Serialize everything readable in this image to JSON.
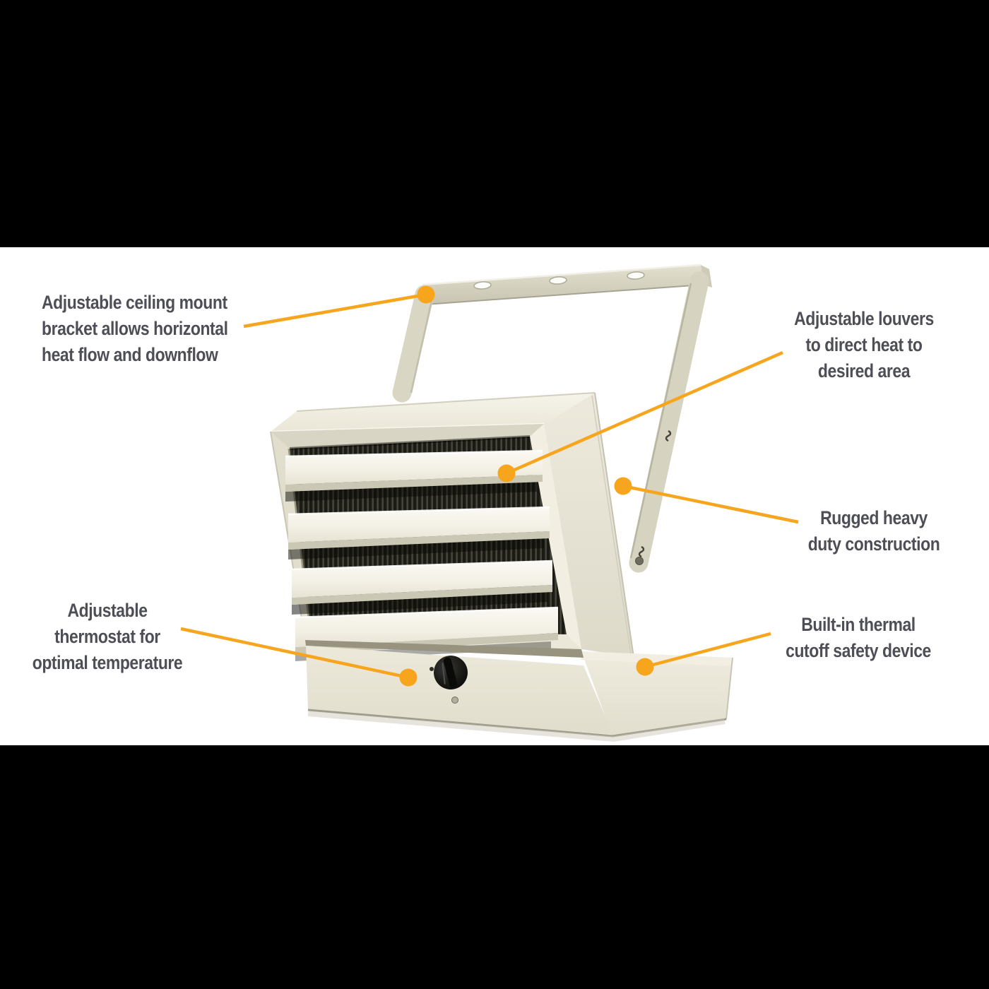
{
  "scene": {
    "type": "product-feature-diagram",
    "canvas_background": "#000000",
    "stage_background": "#ffffff"
  },
  "style": {
    "accent_color": "#F7A51D",
    "label_color": "#4D4E56"
  },
  "product": {
    "name": "Ceiling-mount electric unit heater",
    "body_color": "#EFEBDE",
    "parts": [
      "ceiling mount bracket",
      "louvers",
      "heating element fins",
      "side panel",
      "thermostat knob",
      "base housing"
    ]
  },
  "callouts": [
    {
      "id": "ceiling-mount-bracket",
      "position": "top-left",
      "text": "Adjustable ceiling mount\nbracket allows horizontal\nheat flow and downflow"
    },
    {
      "id": "louvers",
      "position": "top-right",
      "text": "Adjustable louvers\nto direct heat to\ndesired area"
    },
    {
      "id": "construction",
      "position": "right",
      "text": "Rugged heavy\nduty construction"
    },
    {
      "id": "thermostat",
      "position": "bottom-left",
      "text": "Adjustable\nthermostat for\noptimal temperature"
    },
    {
      "id": "thermal-cutoff",
      "position": "bottom-right",
      "text": "Built-in thermal\ncutoff safety device"
    }
  ]
}
